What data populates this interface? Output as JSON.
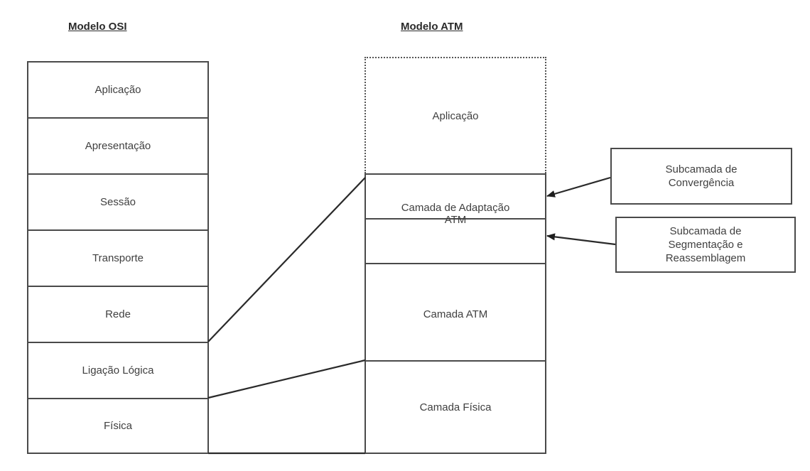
{
  "osi_model": {
    "title": "Modelo OSI",
    "layers": [
      "Aplicação",
      "Apresentação",
      "Sessão",
      "Transporte",
      "Rede",
      "Ligação Lógica",
      "Física"
    ]
  },
  "atm_model": {
    "title": "Modelo ATM",
    "layers": {
      "application": "Aplicação",
      "aal_line1": "Camada de Adaptação",
      "aal_line2": "ATM",
      "atm": "Camada ATM",
      "physical": "Camada Física"
    }
  },
  "callouts": {
    "convergence": {
      "line1": "Subcamada de",
      "line2": "Convergência"
    },
    "sar": {
      "line1": "Subcamada de",
      "line2": "Segmentação e",
      "line3": "Reassemblagem"
    }
  },
  "colors": {
    "line": "#4a4a4a",
    "text": "#404040",
    "background": "#ffffff"
  }
}
